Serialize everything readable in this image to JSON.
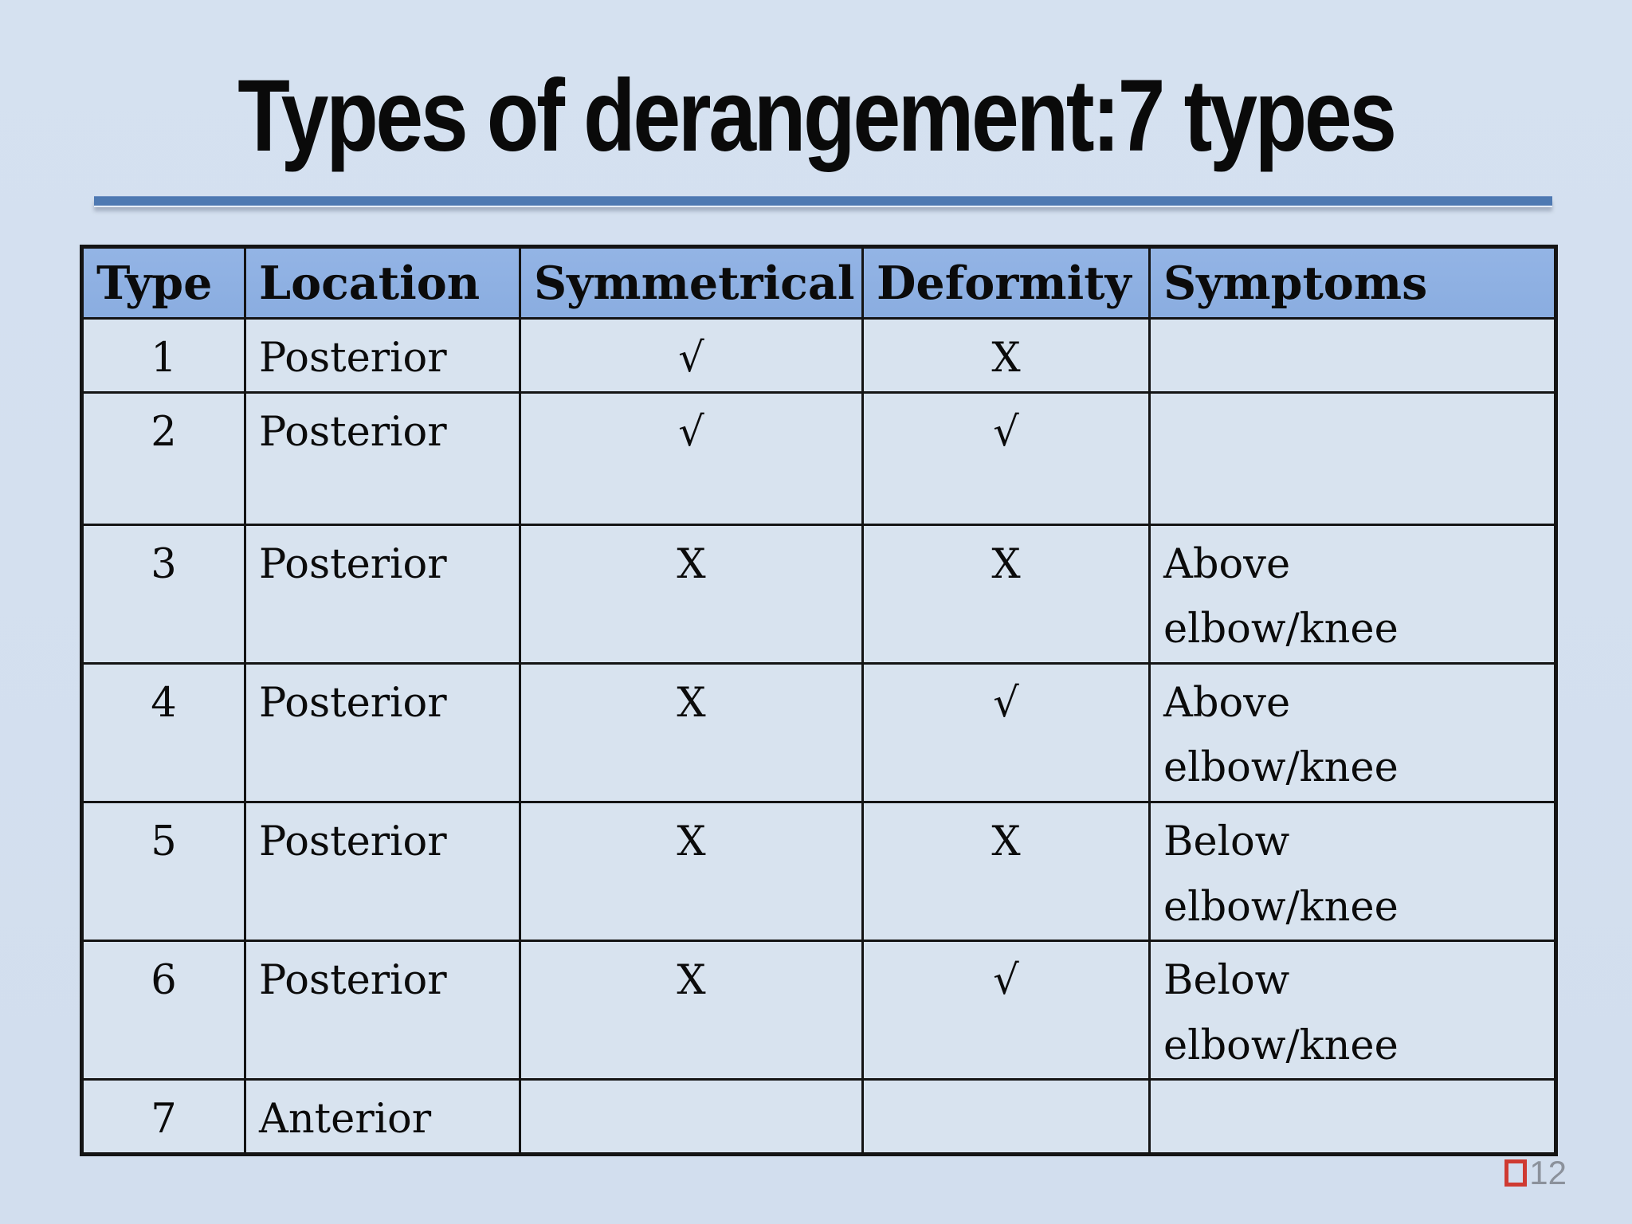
{
  "slide": {
    "title": "Types of derangement:7 types",
    "page_number": "12",
    "colors": {
      "background": "#d3dfee",
      "table_header_fill": "#8eb1e3",
      "table_cell_fill": "#d8e3ef",
      "table_border": "#141414",
      "title_text": "#0a0a0a",
      "title_rule_blue": "#4e79b2",
      "page_number_gray": "#8b919b",
      "page_marker_red": "#cf3a32"
    }
  },
  "table": {
    "columns": [
      "Type",
      "Location",
      "Symmetrical",
      "Deformity",
      "Symptoms"
    ],
    "check_glyph": "√",
    "cross_glyph": "X",
    "rows": [
      {
        "type": "1",
        "location": "Posterior",
        "symmetrical": "√",
        "deformity": "X",
        "symptoms": ""
      },
      {
        "type": "2",
        "location": "Posterior",
        "symmetrical": "√",
        "deformity": "√",
        "symptoms": ""
      },
      {
        "type": "3",
        "location": "Posterior",
        "symmetrical": "X",
        "deformity": "X",
        "symptoms": "Above elbow/knee"
      },
      {
        "type": "4",
        "location": "Posterior",
        "symmetrical": "X",
        "deformity": "√",
        "symptoms": "Above elbow/knee"
      },
      {
        "type": "5",
        "location": "Posterior",
        "symmetrical": "X",
        "deformity": "X",
        "symptoms": "Below elbow/knee"
      },
      {
        "type": "6",
        "location": "Posterior",
        "symmetrical": "X",
        "deformity": "√",
        "symptoms": "Below elbow/knee"
      },
      {
        "type": "7",
        "location": "Anterior",
        "symmetrical": "",
        "deformity": "",
        "symptoms": ""
      }
    ]
  }
}
